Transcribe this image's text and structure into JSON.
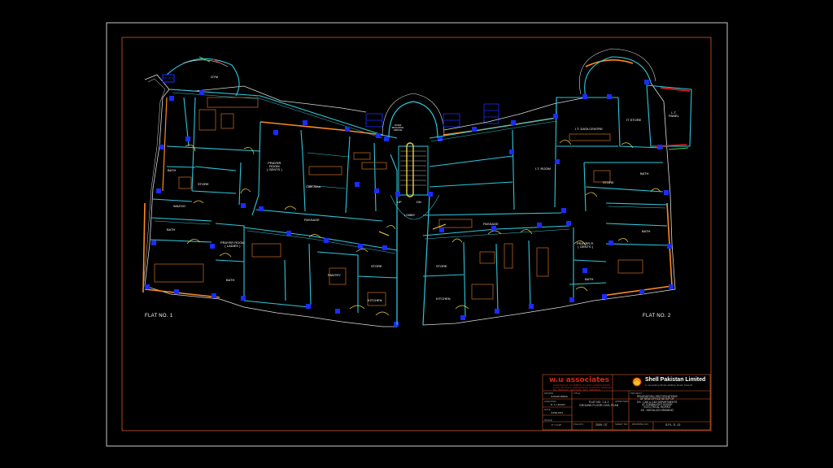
{
  "drawing": {
    "flat_labels": {
      "left": "FLAT NO. 1",
      "right": "FLAT NO. 2"
    },
    "rooms": {
      "gym": "GYM",
      "bath_left_top": "BATH",
      "store_left": "STORE",
      "wazoo": "WAZOO",
      "bath_left_mid": "BATH",
      "prayer_gents": "PRAYER\nROOM\n( GENTS )",
      "cafe": "Cafe Area",
      "passage_left": "PASSAGE",
      "prayer_ladies": "PRAYER ROOM\n( LADIES )",
      "bath_left_low": "BATH",
      "store_center_left": "STORE",
      "pantry": "PANTRY",
      "kitchen_left": "KITCHEN",
      "lobby": "LOBBY",
      "lift_up": "UP",
      "lift_dn": "DN",
      "stair_label": "STAIR\nBUILDING\nABOVE",
      "it_data_centre": "I.T. DATA CENTRE",
      "it_store": "IT STORE",
      "lt_panel": "L.T.\nPANEL",
      "it_room": "I.T. ROOM",
      "store_right": "STORE",
      "bath_right_top": "BATH",
      "passage_right": "PASSAGE",
      "bath_right_mid": "BATH",
      "prayer_right": "PRAYER R.\n( GENTS )",
      "store_center_right": "STORE",
      "kitchen_right": "KITCHEN",
      "bath_right_low": "BATH"
    }
  },
  "title_block": {
    "consultant_logo": "w.u associates",
    "consultant_lines": [
      "ELECTRICAL, PLUMBING & HVAC CONSULTANTS",
      "A-175, BLOCK 5, KEHKASHAN, CLIFTON, KARACHI",
      "PH: 35863476, 35871403 - FAX: 35826954"
    ],
    "client_name": "Shell Pakistan Limited",
    "client_sub": "2, Consulting Winds Addition Road, Karachi",
    "fields": {
      "drawn_label": "DRAWN",
      "drawn_value": "JUNAID MIRZA",
      "title_label": "TITLE",
      "title_value": "FLAT NO. 1 & 2\nGROUND FLOOR CIVIL PLAN",
      "checked_label": "CHECKED",
      "checked_value": "R. A. HASAN",
      "approved_label": "APPROVED",
      "date_label": "DATE",
      "date_value": "JUNE 2011",
      "scale_label": "SCALE",
      "scale_value": "1\" = 1'-0\"",
      "file_label": "FILE NO.",
      "file_value": "2009 / 37",
      "sheet_label": "SHEET NO.",
      "drawing_label": "DRAWING NO.",
      "drawing_value": "S.P.L. E- 02",
      "project_label": "PROJECT",
      "project_value": "RENOVATION / RECTIFICATIONS\nOF NEW OFFICE SETUP OF\nDS - CNS & C&D DEPARTMENTS\nAT CONNAUGHT HOUSE\nELECTRICAL WORKS\nAS - INSTALLED DRAWING"
    }
  },
  "colors": {
    "outer_border": "#c9c9c9",
    "inner_border": "#d05a28",
    "wall": "#2fc6d9",
    "column": "#1a2cff",
    "doors": "#f2d23a",
    "ext_wall": "#ff8a1e",
    "furniture": "#b3621c",
    "red": "#e01f1f",
    "green": "#46d048",
    "white_lines": "#e0e0e0"
  }
}
